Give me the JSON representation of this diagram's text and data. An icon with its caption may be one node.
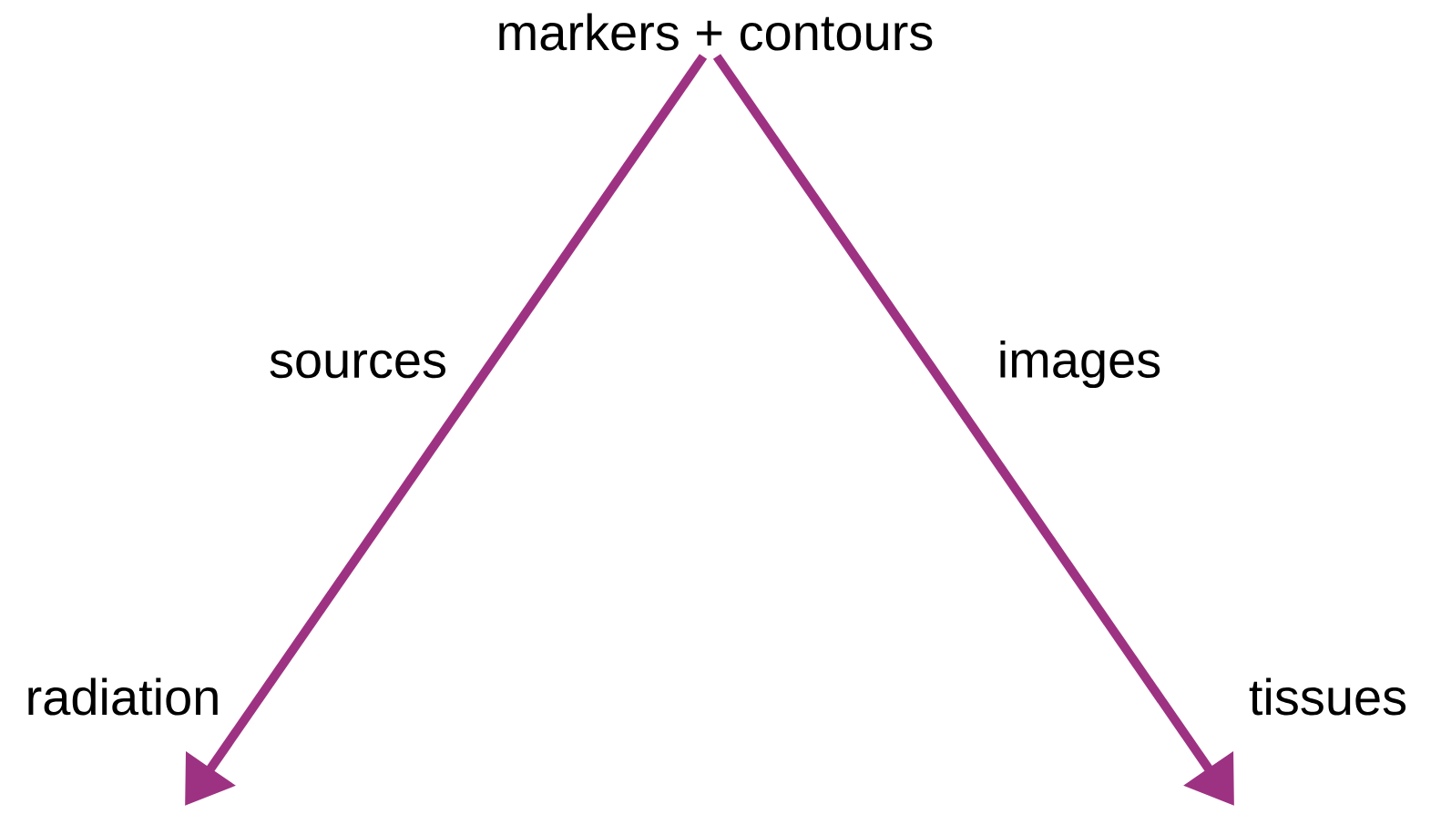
{
  "diagram": {
    "nodes": [
      {
        "text": [
          "markers + contours"
        ]
      },
      {
        "text": [
          "radiation"
        ]
      },
      {
        "text": [
          "tissues"
        ]
      }
    ],
    "edges": [
      {
        "from": 0,
        "to": 1,
        "arrow": "to",
        "label": "sources"
      },
      {
        "from": 0,
        "to": 2,
        "arrow": "to",
        "label": "images"
      }
    ]
  }
}
